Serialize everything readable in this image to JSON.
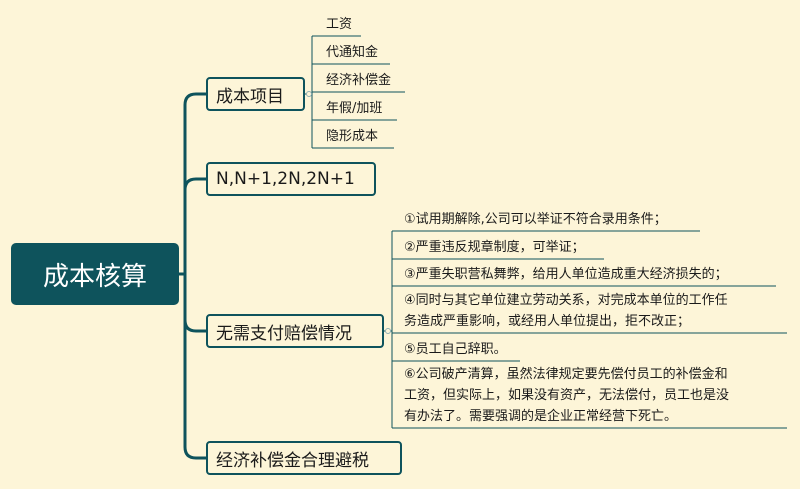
{
  "root": {
    "label": "成本核算"
  },
  "branches": [
    {
      "label": "成本项目",
      "children": [
        "工资",
        "代通知金",
        "经济补偿金",
        "年假/加班",
        "隐形成本"
      ]
    },
    {
      "label": "N,N+1,2N,2N+1",
      "children": []
    },
    {
      "label": "无需支付赔偿情况",
      "children": [
        [
          "①试用期解除,公司可以举证不符合录用条件；"
        ],
        [
          "②严重违反规章制度，可举证；"
        ],
        [
          "③严重失职营私舞弊，给用人单位造成重大经济损失的；"
        ],
        [
          "④同时与其它单位建立劳动关系，对完成本单位的工作任",
          "务造成严重影响，或经用人单位提出，拒不改正；"
        ],
        [
          "⑤员工自己辞职。"
        ],
        [
          "⑥公司破产清算，虽然法律规定要先偿付员工的补偿金和",
          "工资，但实际上，如果没有资产，无法偿付，员工也是没",
          "有办法了。需要强调的是企业正常经营下死亡。"
        ]
      ]
    },
    {
      "label": "经济补偿金合理避税",
      "children": []
    }
  ],
  "colors": {
    "background": "#fdf5d8",
    "accent": "#0e535c",
    "leaf_line": "#0e535c",
    "text": "#1a1a1a"
  }
}
